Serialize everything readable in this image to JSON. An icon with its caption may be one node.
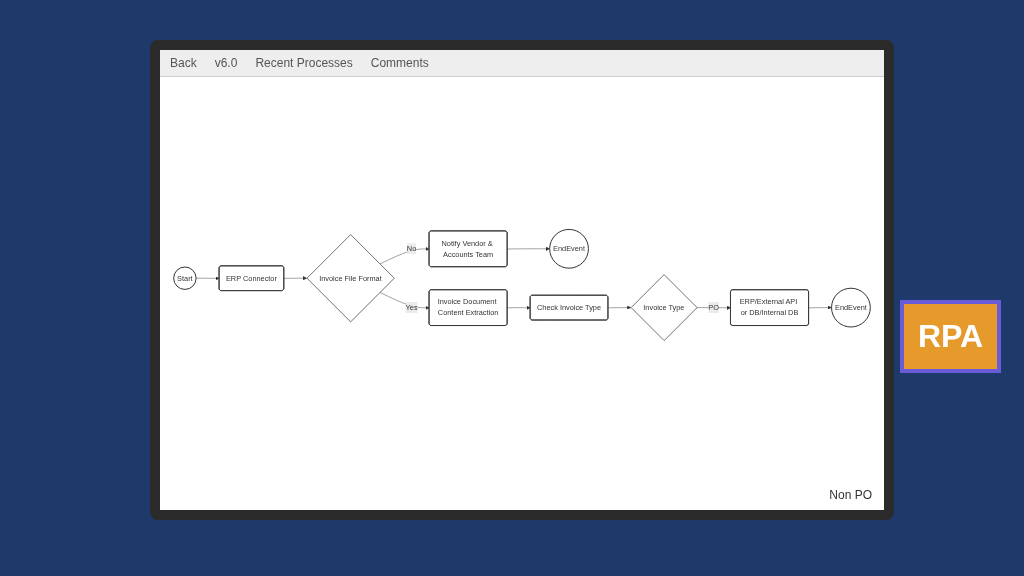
{
  "diagram": {
    "nodes": [
      {
        "text": [
          "Start"
        ]
      },
      {
        "text": [
          "ERP Connector"
        ]
      },
      {
        "text": [
          "Invoice File Format"
        ]
      },
      {
        "text": [
          "Invoice Document Content Extraction"
        ]
      },
      {
        "text": [
          "Notify Vendor & Accounts Team"
        ]
      },
      {
        "text": [
          "EndEvent"
        ]
      },
      {
        "text": [
          "Check Invoice Type"
        ]
      },
      {
        "text": [
          "Invoice Type"
        ]
      },
      {
        "text": [
          "ERP/External API or DB/Internal DB"
        ]
      },
      {
        "text": [
          "EndEvent"
        ]
      }
    ],
    "edges": [
      {
        "from": 0,
        "to": 1,
        "arrow": "to"
      },
      {
        "from": 1,
        "to": 2,
        "arrow": "to"
      },
      {
        "from": 2,
        "to": 3,
        "arrow": "to",
        "label": "Yes"
      },
      {
        "from": 2,
        "to": 4,
        "arrow": "to",
        "label": "No"
      },
      {
        "from": 4,
        "to": 5,
        "arrow": "to"
      },
      {
        "from": 3,
        "to": 6,
        "arrow": "to"
      },
      {
        "from": 6,
        "to": 7,
        "arrow": "to"
      },
      {
        "from": 7,
        "to": 8,
        "arrow": "to",
        "label": "PO"
      },
      {
        "from": 8,
        "to": 9,
        "arrow": "to"
      }
    ],
    "labels": [
      "Back",
      "v6.0",
      "Recent Processes",
      "Comments",
      "Non PO",
      "RPA"
    ]
  }
}
